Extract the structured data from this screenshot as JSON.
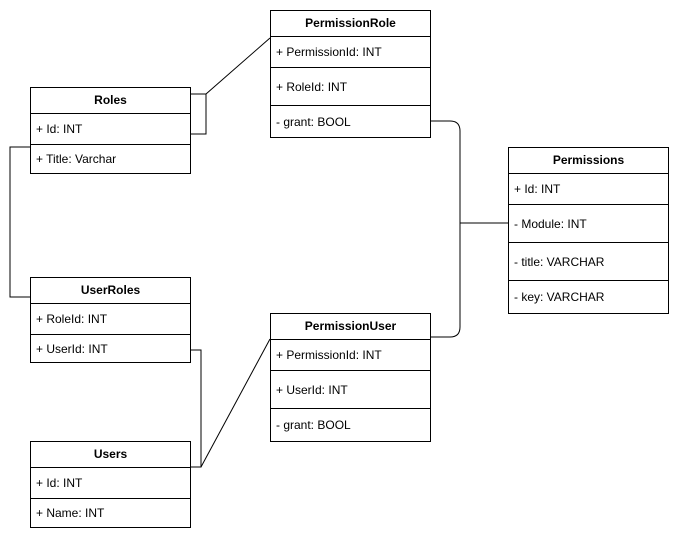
{
  "entities": {
    "roles": {
      "title": "Roles",
      "fields": [
        "+ Id: INT",
        "+ Title: Varchar"
      ]
    },
    "permission_role": {
      "title": "PermissionRole",
      "fields": [
        "+ PermissionId: INT",
        "+ RoleId: INT",
        "- grant: BOOL"
      ]
    },
    "permissions": {
      "title": "Permissions",
      "fields": [
        "+ Id: INT",
        "- Module: INT",
        "- title: VARCHAR",
        "- key: VARCHAR"
      ]
    },
    "user_roles": {
      "title": "UserRoles",
      "fields": [
        "+ RoleId: INT",
        "+ UserId: INT"
      ]
    },
    "permission_user": {
      "title": "PermissionUser",
      "fields": [
        "+ PermissionId: INT",
        "+ UserId: INT",
        "- grant: BOOL"
      ]
    },
    "users": {
      "title": "Users",
      "fields": [
        "+ Id: INT",
        "+ Name: INT"
      ]
    }
  },
  "colors": {
    "line": "#000000",
    "fill": "#ffffff"
  }
}
